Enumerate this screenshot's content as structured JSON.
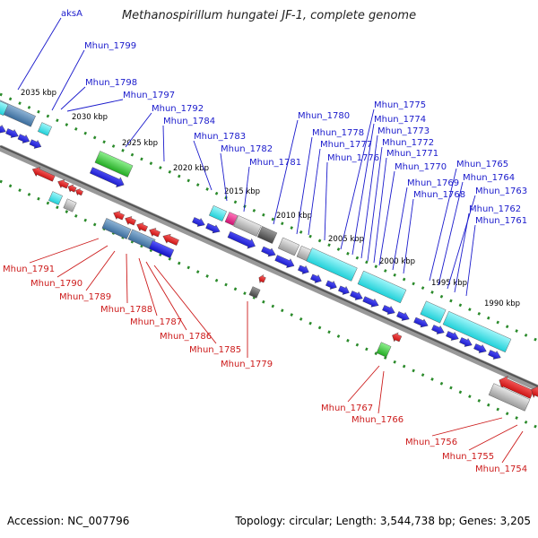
{
  "title": "Methanospirillum hungatei JF-1, complete genome",
  "footer": {
    "accession": "Accession: NC_007796",
    "summary": "Topology: circular; Length: 3,544,738 bp; Genes: 3,205"
  },
  "colors": {
    "backbone": "#888888",
    "forward_label": "#1a1acc",
    "reverse_label": "#cc1a1a",
    "cds_forward": "#1a1ae0",
    "cds_reverse": "#e01a1a",
    "rna": "#33cc33",
    "feature_cyan": "#33e0e8",
    "feature_steel": "#4a7fb0",
    "feature_gray": "#aaaaaa",
    "feature_dark": "#555555",
    "feature_magenta": "#e02080",
    "tick_dots": "#2a8a2a"
  },
  "ruler": [
    "2035 kbp",
    "2030 kbp",
    "2025 kbp",
    "2020 kbp",
    "2015 kbp",
    "2010 kbp",
    "2005 kbp",
    "2000 kbp",
    "1995 kbp",
    "1990 kbp"
  ],
  "forward_labels": [
    "aksA",
    "Mhun_1799",
    "Mhun_1798",
    "Mhun_1797",
    "Mhun_1792",
    "Mhun_1784",
    "Mhun_1783",
    "Mhun_1782",
    "Mhun_1781",
    "Mhun_1780",
    "Mhun_1778",
    "Mhun_1777",
    "Mhun_1776",
    "Mhun_1775",
    "Mhun_1774",
    "Mhun_1773",
    "Mhun_1772",
    "Mhun_1771",
    "Mhun_1770",
    "Mhun_1769",
    "Mhun_1768",
    "Mhun_1765",
    "Mhun_1764",
    "Mhun_1763",
    "Mhun_1762",
    "Mhun_1761"
  ],
  "reverse_labels": [
    "Mhun_1791",
    "Mhun_1790",
    "Mhun_1789",
    "Mhun_1788",
    "Mhun_1787",
    "Mhun_1786",
    "Mhun_1785",
    "Mhun_1779",
    "Mhun_1767",
    "Mhun_1766",
    "Mhun_1756",
    "Mhun_1755",
    "Mhun_1754"
  ]
}
